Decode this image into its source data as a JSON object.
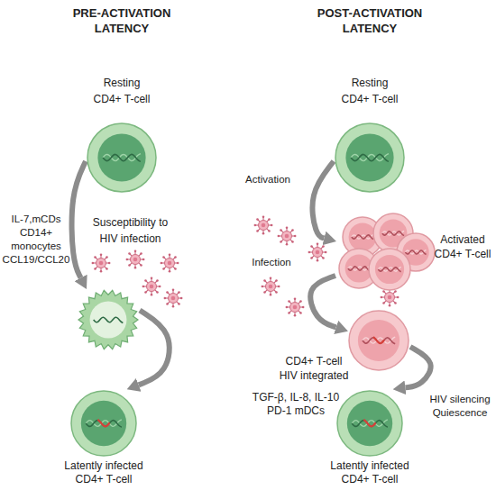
{
  "diagram": {
    "nodes": [
      {
        "text": [
          "Resting CD4+ T-cell"
        ]
      },
      {
        "text": [
          "Susceptibility to HIV infection"
        ]
      },
      {
        "text": [
          "Latently infected CD4+ T-cell"
        ]
      },
      {
        "text": [
          "Resting CD4+ T-cell"
        ]
      },
      {
        "text": [
          "Activated CD4+ T-cell"
        ]
      },
      {
        "text": [
          "CD4+ T-cell HIV integrated"
        ]
      },
      {
        "text": [
          "Latently infected CD4+ T-cell"
        ]
      }
    ],
    "edges": [
      {
        "from": 0,
        "to": 1,
        "arrow": "to",
        "label": "IL-7,mCDs CD14+ monocytes CCL19/CCL20"
      },
      {
        "from": 1,
        "to": 2,
        "arrow": "to"
      },
      {
        "from": 3,
        "to": 4,
        "arrow": "to",
        "label": "Activation"
      },
      {
        "from": 4,
        "to": 5,
        "arrow": "to",
        "label": "Infection"
      },
      {
        "from": 5,
        "to": 6,
        "arrow": "to",
        "label": "HIV silencing Quiescence"
      }
    ],
    "labels": [
      "PRE-ACTIVATION LATENCY",
      "POST-ACTIVATION LATENCY",
      "TGF-β, IL-8, IL-10 PD-1 mDCs"
    ]
  }
}
